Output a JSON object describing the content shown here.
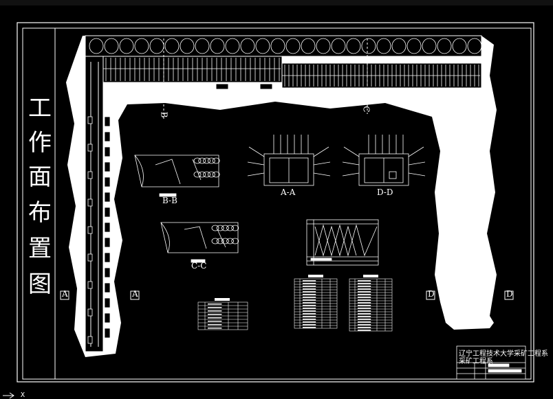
{
  "drawing": {
    "title_chars": [
      "工",
      "作",
      "面",
      "布",
      "置",
      "图"
    ],
    "sections": {
      "bb": "B-B",
      "aa": "A-A",
      "dd": "D-D",
      "cc": "C-C"
    },
    "markers": {
      "a_left": "A",
      "a_right": "A",
      "d_left": "D",
      "d_right": "D",
      "b": "B",
      "c": "C"
    },
    "title_block": {
      "line1": "辽宁工程技术大学采矿工程系",
      "line2": "采矿工程系"
    },
    "ucs": {
      "axis": "X"
    }
  },
  "colors": {
    "background": "#000000",
    "lines": "#ffffff"
  }
}
